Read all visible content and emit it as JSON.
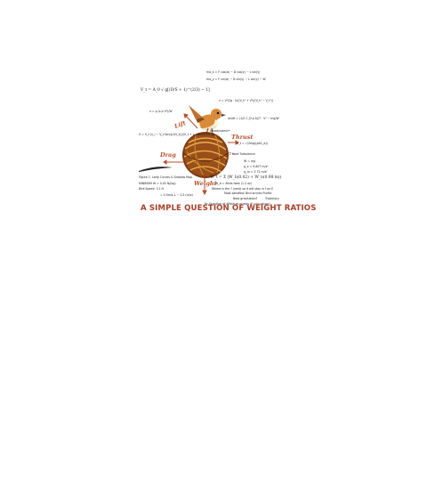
{
  "poster": {
    "title": "A SIMPLE QUESTION OF WEIGHT RATIOS",
    "forces": {
      "lift": "Lift",
      "thrust": "Thrust",
      "drag": "Drag",
      "weight": "Weight"
    },
    "equations": {
      "eq_top1": "ma_x = F cos(α) − D cos(γ) − L sin(γ)",
      "eq_top2": "ma_y = F sin(α) − D sin(γ) − L sin(γ) − W",
      "eq_vt": "V_t = A_0 √ g[(D/S + 1)^(2/3) − 1]",
      "eq_v1": "v = V²/2g · ln((V_t² + V²)/(V_t² − V_i²))",
      "eq_x": "x = g (s ρ V²)/W",
      "eq_dy": "dv/dt = (1/2 C_D ρ A)/T · V² − mg/W",
      "eq_vv": "V = V_t (v_i − V_t tan(g t/V_t))/(V_t + v_i tan(g t/V_t))",
      "eq_vsqrt": "V_t = √(2mg/(ρAC_d))",
      "eq_m": "W = mg",
      "eq_g1": "g_e = 9.807 m/s²",
      "eq_g2": "g_m = 3.72 m/s²",
      "eq_sum": "W_t = Σ (W_b(0.02) + W_n(0.98 m))",
      "note_a": "aerodynamic*",
      "note_b": "← 2 Heat Turbulence",
      "note_c": "W_b = Birds Nest (1.2 oz)",
      "note_d": "Figure 1: Lorty Curves & Shadow Map",
      "note_e": "MINIMUM W = 0.05 N/(kg)",
      "note_f": "Bird Speed: 3.1 ft",
      "note_g": "= 0.0m/s 1 ~ 2.5 (m/s)",
      "note_h": "Where is the ? (nest) so it will stay in f on E",
      "note_i": "Most satisfied: Bird arrives Profile",
      "note_j": "Nest gravitation?",
      "note_k": "M: Question of Affectual quests (E calculation)",
      "note_l": "Trajectory"
    }
  }
}
